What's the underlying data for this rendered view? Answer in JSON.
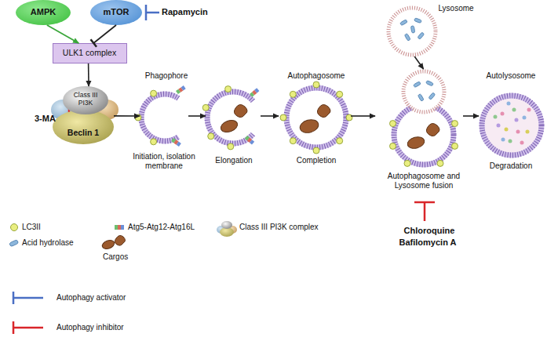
{
  "diagram": {
    "nodes": [
      {
        "text": [
          "AMPK"
        ]
      },
      {
        "text": [
          "mTOR"
        ]
      },
      {
        "text": [
          "ULK1 complex"
        ]
      },
      {
        "text": [
          "Class III PI3K"
        ]
      },
      {
        "text": [
          "Beclin 1"
        ]
      },
      {
        "text": [
          "Phagophore",
          "Initiation, isolation membrane"
        ]
      },
      {
        "text": [
          "Elongation"
        ]
      },
      {
        "text": [
          "Autophagosome",
          "Completion"
        ]
      },
      {
        "text": [
          "Lysosome"
        ]
      },
      {
        "text": [
          "Autophagosome and Lysosome fusion"
        ]
      },
      {
        "text": [
          "Autolysosome",
          "Degradation"
        ]
      }
    ],
    "edges": [
      {
        "from": 0,
        "to": 2,
        "arrow": "to"
      },
      {
        "from": 1,
        "to": 2,
        "arrow": "to"
      },
      {
        "from": 2,
        "to": 3,
        "arrow": "to"
      },
      {
        "from": 4,
        "to": 5,
        "arrow": "to"
      },
      {
        "from": 5,
        "to": 6,
        "arrow": "to"
      },
      {
        "from": 6,
        "to": 7,
        "arrow": "to"
      },
      {
        "from": 7,
        "to": 9,
        "arrow": "to"
      },
      {
        "from": 8,
        "to": 9,
        "arrow": "to"
      },
      {
        "from": 9,
        "to": 10,
        "arrow": "to"
      }
    ],
    "labels": [
      "Rapamycin",
      "3-MA",
      "Chloroquine",
      "Bafilomycin A"
    ],
    "legend": [
      {
        "text": "LC3II"
      },
      {
        "text": "Atg5-Atg12-Atg16L"
      },
      {
        "text": "Class III PI3K complex"
      },
      {
        "text": "Acid hydrolase"
      },
      {
        "text": "Cargos"
      },
      {
        "text": "Autophagy activator"
      },
      {
        "text": "Autophagy inhibitor"
      }
    ]
  }
}
